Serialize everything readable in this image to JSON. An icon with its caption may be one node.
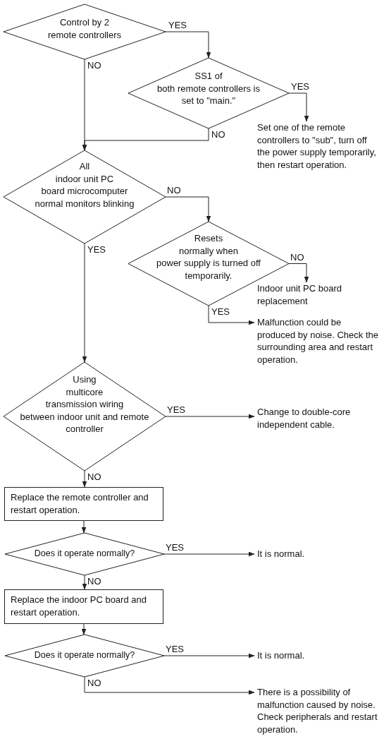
{
  "diagram": {
    "nodes": [
      {
        "text": [
          "Control by 2 remote controllers"
        ]
      },
      {
        "text": [
          "SS1 of both remote controllers is set to \"main.\""
        ]
      },
      {
        "text": [
          "Set one of the remote controllers to \"sub\", turn off the power supply temporarily, then restart operation."
        ]
      },
      {
        "text": [
          "All indoor unit PC board microcomputer normal monitors blinking"
        ]
      },
      {
        "text": [
          "Resets normally when power supply is turned off temporarily."
        ]
      },
      {
        "text": [
          "Indoor unit PC board replacement"
        ]
      },
      {
        "text": [
          "Malfunction could be produced by noise. Check the surrounding area and restart operation."
        ]
      },
      {
        "text": [
          "Using multicore transmission wiring between indoor unit and remote controller"
        ]
      },
      {
        "text": [
          "Change to double-core independent cable."
        ]
      },
      {
        "text": [
          "Replace the remote controller and restart operation."
        ]
      },
      {
        "text": [
          "Does it operate normally?"
        ]
      },
      {
        "text": [
          "It is normal."
        ]
      },
      {
        "text": [
          "Replace the indoor PC board and restart operation."
        ]
      },
      {
        "text": [
          "Does it operate normally?"
        ]
      },
      {
        "text": [
          "It is normal."
        ]
      },
      {
        "text": [
          "There is a possibility of malfunction caused by noise. Check peripherals and restart operation."
        ]
      }
    ],
    "edges": [
      {
        "from": 0,
        "to": 1,
        "arrow": "to",
        "label": "YES"
      },
      {
        "from": 0,
        "to": 3,
        "arrow": "to",
        "label": "NO"
      },
      {
        "from": 1,
        "to": 2,
        "arrow": "to",
        "label": "YES"
      },
      {
        "from": 1,
        "to": 3,
        "arrow": "to",
        "label": "NO"
      },
      {
        "from": 3,
        "to": 4,
        "arrow": "to",
        "label": "NO"
      },
      {
        "from": 3,
        "to": 7,
        "arrow": "to",
        "label": "YES"
      },
      {
        "from": 4,
        "to": 5,
        "arrow": "to",
        "label": "NO"
      },
      {
        "from": 4,
        "to": 6,
        "arrow": "to",
        "label": "YES"
      },
      {
        "from": 7,
        "to": 8,
        "arrow": "to",
        "label": "YES"
      },
      {
        "from": 7,
        "to": 9,
        "arrow": "to",
        "label": "NO"
      },
      {
        "from": 9,
        "to": 10,
        "arrow": "to"
      },
      {
        "from": 10,
        "to": 11,
        "arrow": "to",
        "label": "YES"
      },
      {
        "from": 10,
        "to": 12,
        "arrow": "to",
        "label": "NO"
      },
      {
        "from": 12,
        "to": 13,
        "arrow": "to"
      },
      {
        "from": 13,
        "to": 14,
        "arrow": "to",
        "label": "YES"
      },
      {
        "from": 13,
        "to": 15,
        "arrow": "to",
        "label": "NO"
      }
    ]
  }
}
